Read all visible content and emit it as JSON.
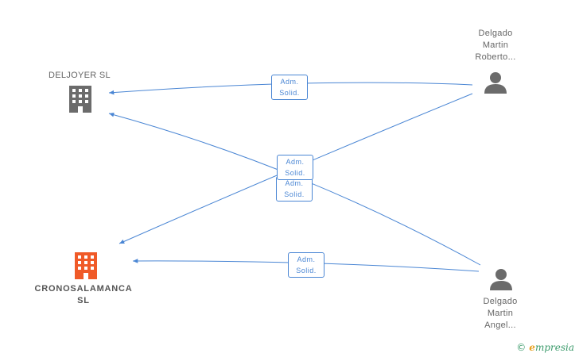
{
  "nodes": {
    "deljoyer": {
      "label": "DELJOYER SL"
    },
    "cronosalamanca": {
      "label_line1": "CRONOSALAMANCA",
      "label_line2": "SL"
    },
    "roberto": {
      "line1": "Delgado",
      "line2": "Martin",
      "line3": "Roberto..."
    },
    "angel": {
      "line1": "Delgado",
      "line2": "Martin",
      "line3": "Angel..."
    }
  },
  "edges": {
    "e1": {
      "line1": "Adm.",
      "line2": "Solid."
    },
    "e2": {
      "line1": "Adm.",
      "line2": "Solid."
    },
    "e3": {
      "line1": "Adm.",
      "line2": "Solid."
    },
    "e4": {
      "line1": "Adm.",
      "line2": "Solid."
    }
  },
  "colors": {
    "edge": "#4a86d4",
    "company": "#6b6b6b",
    "company_highlight": "#f05a28",
    "person": "#6b6b6b"
  },
  "watermark": {
    "symbol": "©",
    "brand_initial": "e",
    "brand_rest": "mpresia"
  }
}
